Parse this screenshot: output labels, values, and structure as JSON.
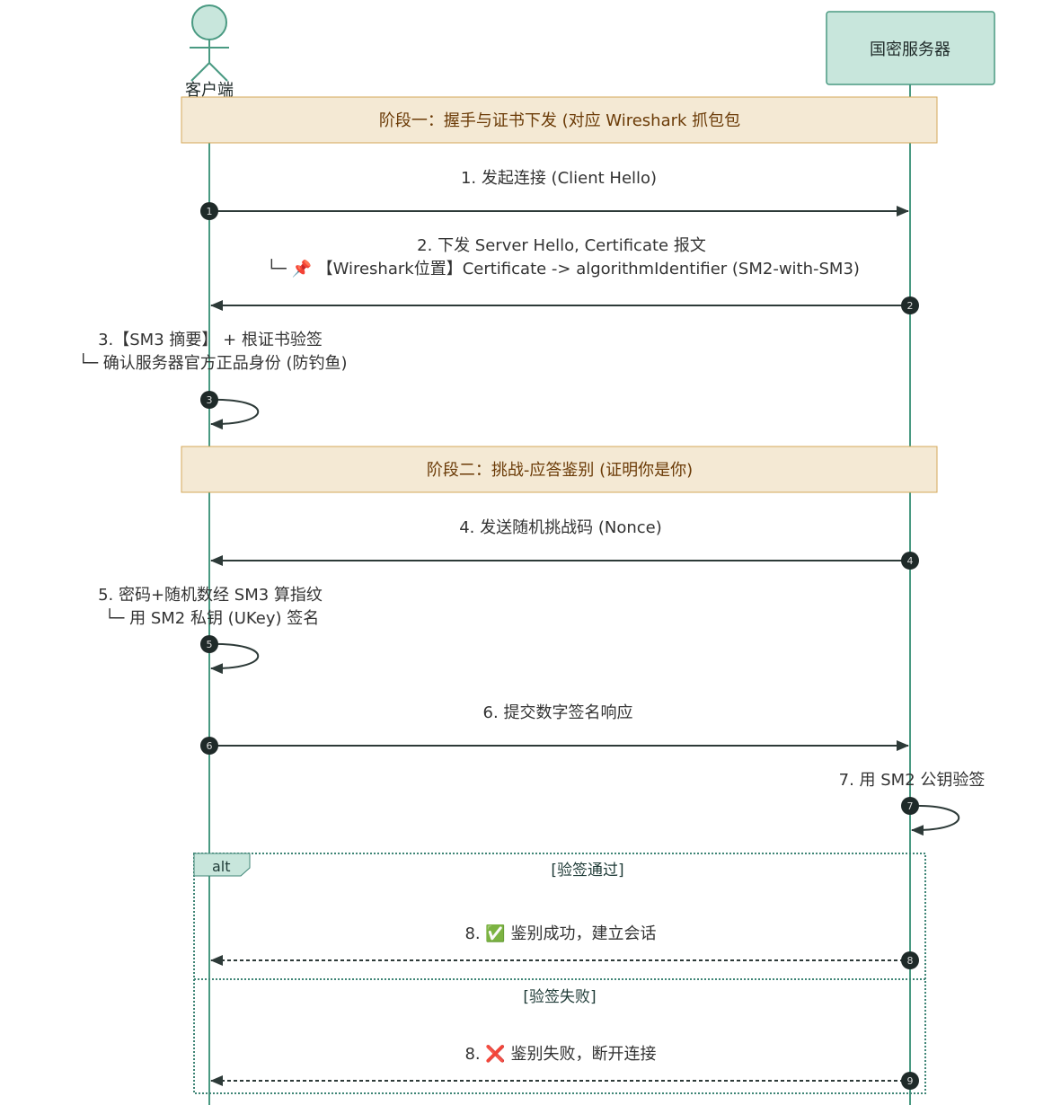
{
  "participants": {
    "client": {
      "label": "客户端"
    },
    "server": {
      "label": "国密服务器"
    }
  },
  "notes": [
    {
      "text": "阶段一：握手与证书下发 (对应 Wireshark 抓包包"
    },
    {
      "text": "阶段二：挑战-应答鉴别 (证明你是你)"
    }
  ],
  "messages": [
    {
      "num": "1",
      "lines": [
        "1. 发起连接 (Client Hello)"
      ]
    },
    {
      "num": "2",
      "lines": [
        "2. 下发 Server Hello, Certificate 报文",
        "└─ 📌 【Wireshark位置】Certificate -> algorithmIdentifier (SM2-with-SM3)"
      ]
    },
    {
      "num": "3",
      "lines": [
        "3.【SM3 摘要】 + 根证书验签",
        "└─ 确认服务器官方正品身份 (防钓鱼)"
      ]
    },
    {
      "num": "4",
      "lines": [
        "4. 发送随机挑战码 (Nonce)"
      ]
    },
    {
      "num": "5",
      "lines": [
        "5. 密码+随机数经 SM3 算指纹",
        "└─ 用 SM2 私钥 (UKey) 签名"
      ]
    },
    {
      "num": "6",
      "lines": [
        "6. 提交数字签名响应"
      ]
    },
    {
      "num": "7",
      "lines": [
        "7. 用 SM2 公钥验签"
      ]
    },
    {
      "num": "8",
      "lines": [
        "8. ✅ 鉴别成功，建立会话"
      ]
    },
    {
      "num": "9",
      "lines": [
        "8. ❌ 鉴别失败，断开连接"
      ]
    }
  ],
  "alt_block": {
    "label": "alt",
    "conditions": [
      "[验签通过]",
      "[验签失败]"
    ]
  },
  "colors": {
    "lifeline": "#4a9a82",
    "actor_fill": "#c8e6dc",
    "note_fill": "#f4e9d4",
    "note_border": "#d4a85a",
    "arrow": "#2d3a38",
    "marker": "#1f2a29"
  }
}
